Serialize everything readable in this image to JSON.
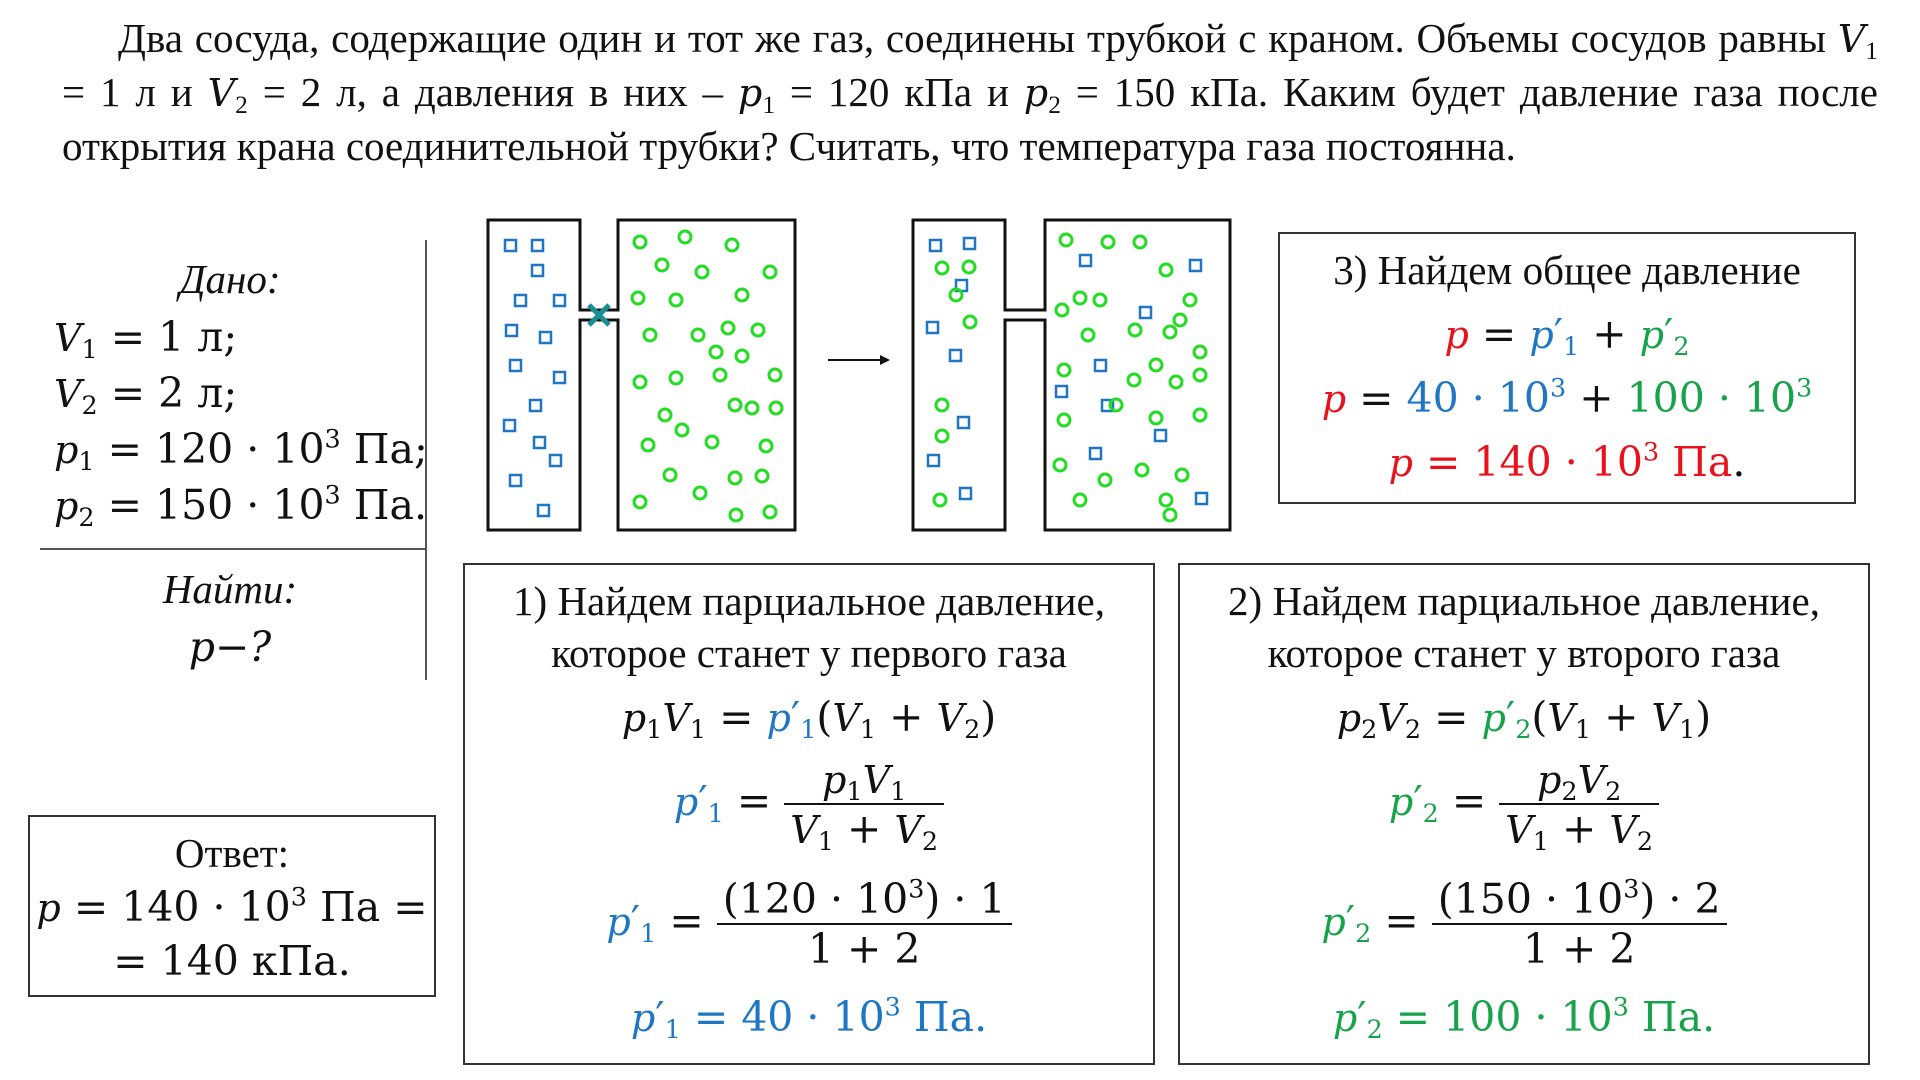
{
  "problem": {
    "part1": "Два сосуда, содержащие один и тот же газ, соединены трубкой с краном. Объемы сосудов равны ",
    "v1_eq": " = 1 л и ",
    "v2_eq": " = 2 л, а давления в них – ",
    "p1_eq": " = 120 кПа и ",
    "p2_eq": " = 150 кПа. Каким будет давление газа после открытия крана соединительной трубки? Считать, что температура газа постоянна."
  },
  "given": {
    "title": "Дано:",
    "rows": [
      "= 1 л;",
      "= 2 л;",
      "= 120 · 10",
      "Па;",
      "= 150 · 10",
      "Па."
    ],
    "find_title": "Найти:",
    "find": "p−?"
  },
  "step1": {
    "title_line1": "1) Найдем парциальное давление,",
    "title_line2": "которое станет у первого газа",
    "num_values": "(120 · 10",
    "num_tail": ") · 1",
    "den_values": "1 + 2",
    "result": "= 40 · 10",
    "unit": "Па."
  },
  "step2": {
    "title_line1": "2) Найдем парциальное давление,",
    "title_line2": "которое станет у второго газа",
    "num_values": "(150 · 10",
    "num_tail": ") · 2",
    "den_values": "1 + 2",
    "result": "= 100 · 10",
    "unit": "Па."
  },
  "step3": {
    "title": "3) Найдем общее давление",
    "sum1": "40 · 10",
    "sum2": "100 · 10",
    "total": "140 · 10",
    "unit": "Па"
  },
  "answer": {
    "title": "Ответ:",
    "line1": "= 140 · 10",
    "line1_unit": "Па =",
    "line2": "= 140 кПа."
  },
  "colors": {
    "gas1": "#1f77c4",
    "gas2": "#22dd22",
    "accent_red": "#e8121c",
    "accent_green": "#16a34a",
    "valve": "#1a8f8f"
  }
}
